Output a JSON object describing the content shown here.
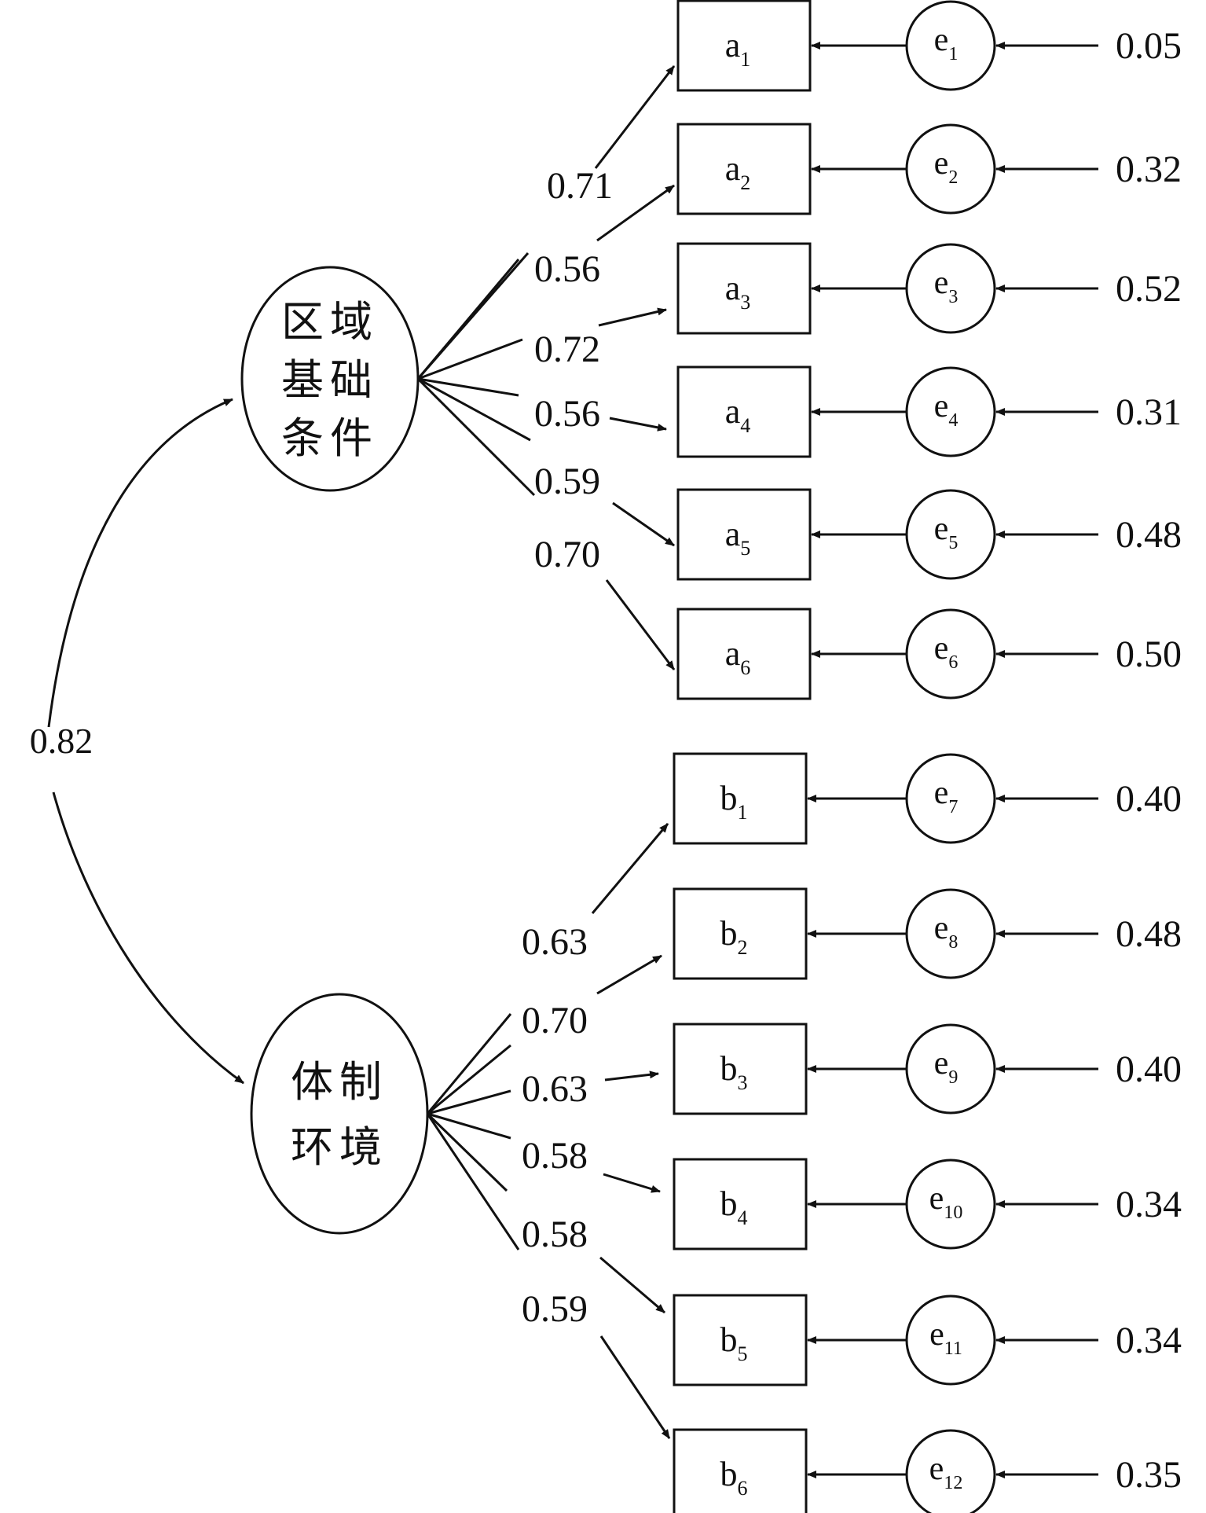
{
  "diagram": {
    "covariance": "0.82",
    "colors": {
      "ink": "#111111",
      "background": "#ffffff"
    },
    "factors": [
      {
        "id": "regional",
        "lines": [
          "区域",
          "基础",
          "条件"
        ],
        "loadings": [
          "0.71",
          "0.56",
          "0.72",
          "0.56",
          "0.59",
          "0.70"
        ],
        "indicators": [
          {
            "letter": "a",
            "sub": "1",
            "error_sub": "1",
            "error_var": "0.05"
          },
          {
            "letter": "a",
            "sub": "2",
            "error_sub": "2",
            "error_var": "0.32"
          },
          {
            "letter": "a",
            "sub": "3",
            "error_sub": "3",
            "error_var": "0.52"
          },
          {
            "letter": "a",
            "sub": "4",
            "error_sub": "4",
            "error_var": "0.31"
          },
          {
            "letter": "a",
            "sub": "5",
            "error_sub": "5",
            "error_var": "0.48"
          },
          {
            "letter": "a",
            "sub": "6",
            "error_sub": "6",
            "error_var": "0.50"
          }
        ]
      },
      {
        "id": "institutional",
        "lines": [
          "体制",
          "环境"
        ],
        "loadings": [
          "0.63",
          "0.70",
          "0.63",
          "0.58",
          "0.58",
          "0.59"
        ],
        "indicators": [
          {
            "letter": "b",
            "sub": "1",
            "error_sub": "7",
            "error_var": "0.40"
          },
          {
            "letter": "b",
            "sub": "2",
            "error_sub": "8",
            "error_var": "0.48"
          },
          {
            "letter": "b",
            "sub": "3",
            "error_sub": "9",
            "error_var": "0.40"
          },
          {
            "letter": "b",
            "sub": "4",
            "error_sub": "10",
            "error_var": "0.34"
          },
          {
            "letter": "b",
            "sub": "5",
            "error_sub": "11",
            "error_var": "0.34"
          },
          {
            "letter": "b",
            "sub": "6",
            "error_sub": "12",
            "error_var": "0.35"
          }
        ]
      }
    ]
  }
}
